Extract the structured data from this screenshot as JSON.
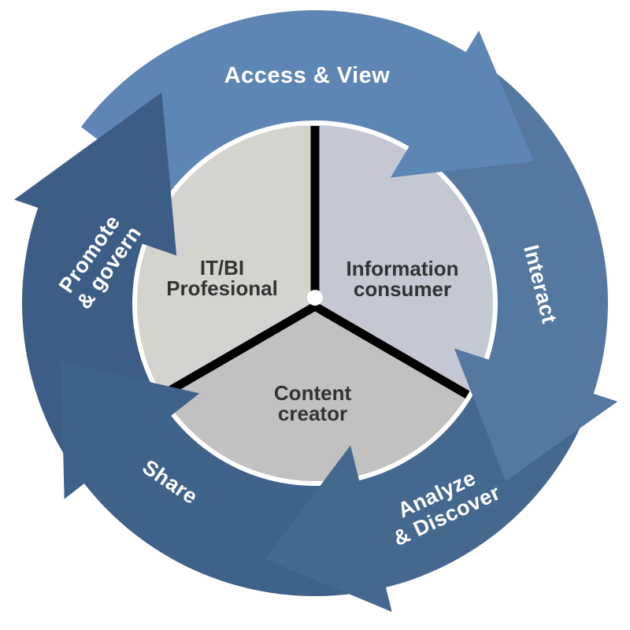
{
  "cycle": {
    "label_color": "#ffffff",
    "steps": [
      {
        "id": "access-view",
        "label": "Access & View",
        "color": "#5e86b4"
      },
      {
        "id": "interact",
        "label": "Interact",
        "color": "#54789f"
      },
      {
        "id": "analyze-discover",
        "label_line1": "Analyze",
        "label_line2": "& Discover",
        "color": "#45688f"
      },
      {
        "id": "share",
        "label": "Share",
        "color": "#3f628b"
      },
      {
        "id": "promote-govern",
        "label_line1": "Promote",
        "label_line2": "& govern",
        "color": "#3c5e86"
      }
    ]
  },
  "roles": {
    "label_color": "#333336",
    "divider_color": "#000000",
    "center_dot_color": "#ffffff",
    "segments": [
      {
        "id": "information-consumer",
        "label_line1": "Information",
        "label_line2": "consumer",
        "color": "#c4c8d3"
      },
      {
        "id": "content-creator",
        "label_line1": "Content",
        "label_line2": "creator",
        "color": "#c1c1c1"
      },
      {
        "id": "it-bi-professional",
        "label_line1": "IT/BI",
        "label_line2": "Profesional",
        "color": "#d5d3cd"
      }
    ]
  }
}
